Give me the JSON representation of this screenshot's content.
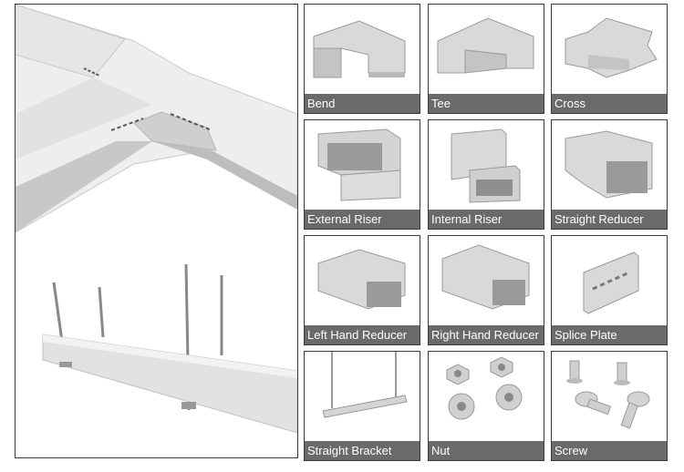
{
  "colors": {
    "label_bg": "#6a6a6a",
    "label_text": "#ffffff",
    "border": "#3a3a3a",
    "product_grey": "#d9d9d9"
  },
  "main_image": {
    "icon": "cable-tray-installation-illustration"
  },
  "products": [
    {
      "label": "Bend",
      "icon": "tray-bend-icon"
    },
    {
      "label": "Tee",
      "icon": "tray-tee-icon"
    },
    {
      "label": "Cross",
      "icon": "tray-cross-icon"
    },
    {
      "label": "External Riser",
      "icon": "external-riser-icon"
    },
    {
      "label": "Internal Riser",
      "icon": "internal-riser-icon"
    },
    {
      "label": "Straight Reducer",
      "icon": "straight-reducer-icon"
    },
    {
      "label": "Left Hand Reducer",
      "icon": "left-hand-reducer-icon"
    },
    {
      "label": "Right Hand Reducer",
      "icon": "right-hand-reducer-icon"
    },
    {
      "label": "Splice Plate",
      "icon": "splice-plate-icon"
    },
    {
      "label": "Straight Bracket",
      "icon": "straight-bracket-icon"
    },
    {
      "label": "Nut",
      "icon": "nut-icon"
    },
    {
      "label": "Screw",
      "icon": "screw-icon"
    }
  ]
}
